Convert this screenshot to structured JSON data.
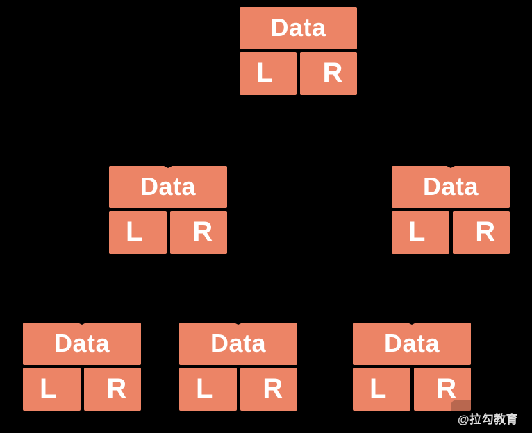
{
  "diagram": {
    "background_color": "#000000",
    "node_fill_color": "#EC8466",
    "label_color": "#FFFFFF"
  },
  "nodes": [
    {
      "role": "root",
      "data_label": "Data",
      "left_label": "L",
      "right_label": "R"
    },
    {
      "role": "level2-left",
      "data_label": "Data",
      "left_label": "L",
      "right_label": "R"
    },
    {
      "role": "level2-right",
      "data_label": "Data",
      "left_label": "L",
      "right_label": "R"
    },
    {
      "role": "level3-left",
      "data_label": "Data",
      "left_label": "L",
      "right_label": "R"
    },
    {
      "role": "level3-middle",
      "data_label": "Data",
      "left_label": "L",
      "right_label": "R"
    },
    {
      "role": "level3-right",
      "data_label": "Data",
      "left_label": "L",
      "right_label": "R"
    }
  ],
  "watermark": {
    "text": "@拉勾教育"
  }
}
